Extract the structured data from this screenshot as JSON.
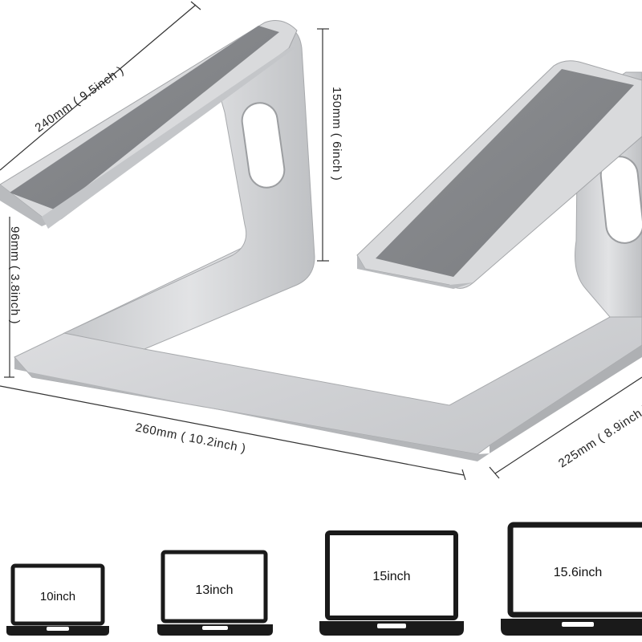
{
  "dimensions": {
    "length_top": "240mm ( 9.5inch )",
    "height_back": "150mm ( 6inch )",
    "height_front": "96mm ( 3.8inch )",
    "width_base": "260mm ( 10.2inch )",
    "depth_base": "225mm ( 8.9inch )"
  },
  "laptop_sizes": [
    {
      "label": "10inch"
    },
    {
      "label": "13inch"
    },
    {
      "label": "15inch"
    },
    {
      "label": "15.6inch"
    }
  ],
  "colors": {
    "aluminum": "#d4d5d7",
    "aluminum_dark": "#b3b5b8",
    "pad": "#86888b",
    "line": "#333333",
    "laptop": "#1a1a1a"
  }
}
